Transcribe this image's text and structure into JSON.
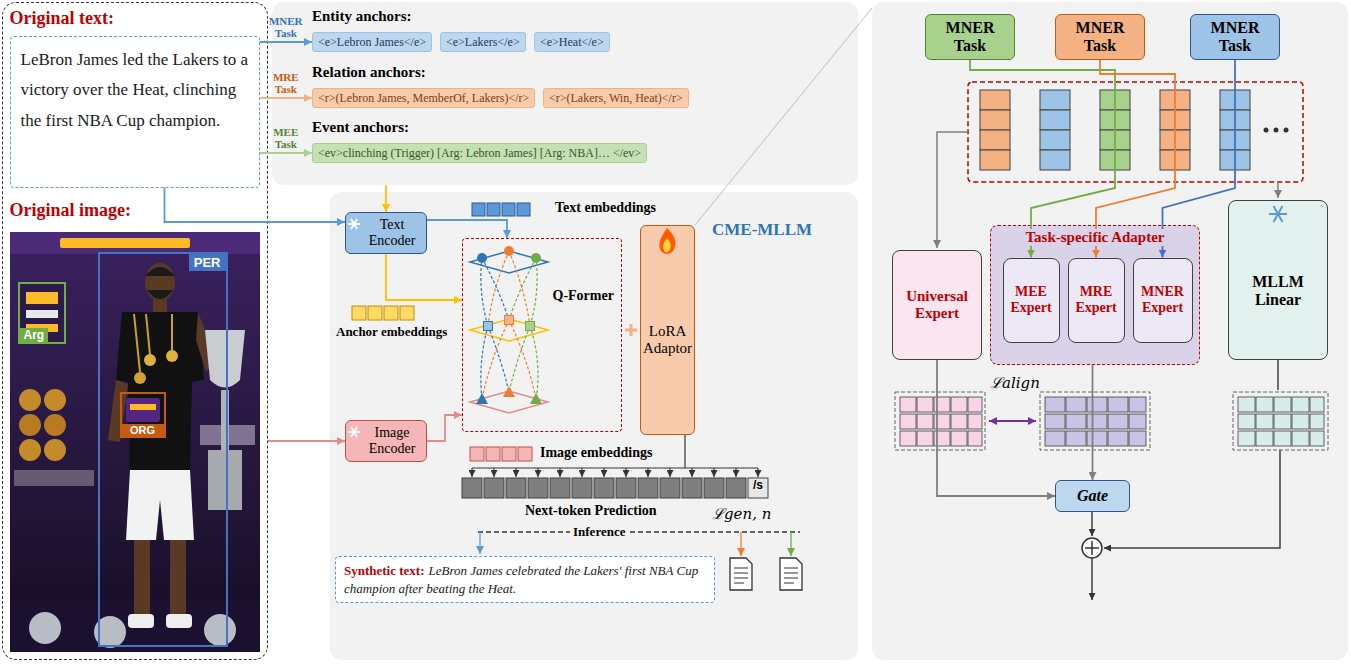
{
  "diagram": {
    "nodes": [
      {
        "text": [
          "Original text:",
          "Original image:"
        ]
      },
      {
        "text": [
          "LeBron James led the Lakers to a victory over the Heat, clinching the first NBA Cup champion."
        ],
        "in": 0
      },
      {
        "text": [
          "PER"
        ],
        "in": 0
      },
      {
        "text": [
          "Arg"
        ],
        "in": 0
      },
      {
        "text": [
          "ORG"
        ],
        "in": 2
      },
      {
        "text": [
          "Entity anchors:",
          "Relation anchors:",
          "Event anchors:"
        ]
      },
      {
        "text": [
          "<e>Lebron James</e>"
        ],
        "in": 5
      },
      {
        "text": [
          "<e>Lakers</e>"
        ],
        "in": 5
      },
      {
        "text": [
          "<e>Heat</e>"
        ],
        "in": 5
      },
      {
        "text": [
          "<r>(Lebron James, MemberOf, Lakers)</r>"
        ],
        "in": 5
      },
      {
        "text": [
          "<r>(Lakers, Win, Heat)</r>"
        ],
        "in": 5
      },
      {
        "text": [
          "<ev>clinching (Trigger) [Arg: Lebron James] [Arg: NBA]… </ev>"
        ],
        "in": 5
      },
      {
        "text": [
          "CME-MLLM"
        ]
      },
      {
        "text": [
          "Text Encoder"
        ],
        "in": 12
      },
      {
        "text": [
          "Q-Former"
        ],
        "in": 12
      },
      {
        "text": [
          "LoRA Adaptor"
        ],
        "in": 12
      },
      {
        "text": [
          "Image Encoder"
        ],
        "in": 12
      },
      {
        "text": [
          "Synthetic text:",
          "LeBron James celebrated the Lakers' first NBA Cup champion after beating the Heat."
        ],
        "in": 12
      },
      {
        "text": [
          "MNER Task"
        ]
      },
      {
        "text": [
          "MNER Task"
        ]
      },
      {
        "text": [
          "MNER Task"
        ]
      },
      {
        "text": [
          "Universal Expert"
        ]
      },
      {
        "text": [
          "Task-specific Adapter"
        ]
      },
      {
        "text": [
          "MEE Expert"
        ],
        "in": 22
      },
      {
        "text": [
          "MRE Expert"
        ],
        "in": 22
      },
      {
        "text": [
          "MNER Expert"
        ],
        "in": 22
      },
      {
        "text": [
          "MLLM Linear"
        ]
      },
      {
        "text": [
          "Gate"
        ]
      }
    ],
    "edges": [
      {
        "from": 1,
        "to": 6,
        "arrow": "to",
        "label": "MNER Task"
      },
      {
        "from": 1,
        "to": 9,
        "arrow": "to",
        "label": "MRE Task"
      },
      {
        "from": 1,
        "to": 11,
        "arrow": "to",
        "label": "MEE Task"
      },
      {
        "from": 1,
        "to": 13,
        "arrow": "to"
      },
      {
        "from": 5,
        "to": 13,
        "arrow": "to"
      },
      {
        "from": 13,
        "to": 14,
        "arrow": "to"
      },
      {
        "from": 13,
        "to": 14,
        "arrow": "to"
      },
      {
        "from": 16,
        "to": 14,
        "arrow": "to"
      },
      {
        "from": 0,
        "to": 16,
        "arrow": "to"
      },
      {
        "from": 18,
        "to": 23,
        "arrow": "to"
      },
      {
        "from": 19,
        "to": 24,
        "arrow": "to"
      },
      {
        "from": 20,
        "to": 25,
        "arrow": "to"
      },
      {
        "from": 21,
        "to": 27,
        "arrow": "to"
      },
      {
        "from": 22,
        "to": 27,
        "arrow": "to"
      }
    ],
    "labels": [
      "Text embeddings",
      "Anchor embeddings",
      "Image embeddings",
      "/s",
      "Next-token Prediction",
      "ℒgen, n",
      "Inference",
      "ℒalign"
    ]
  }
}
